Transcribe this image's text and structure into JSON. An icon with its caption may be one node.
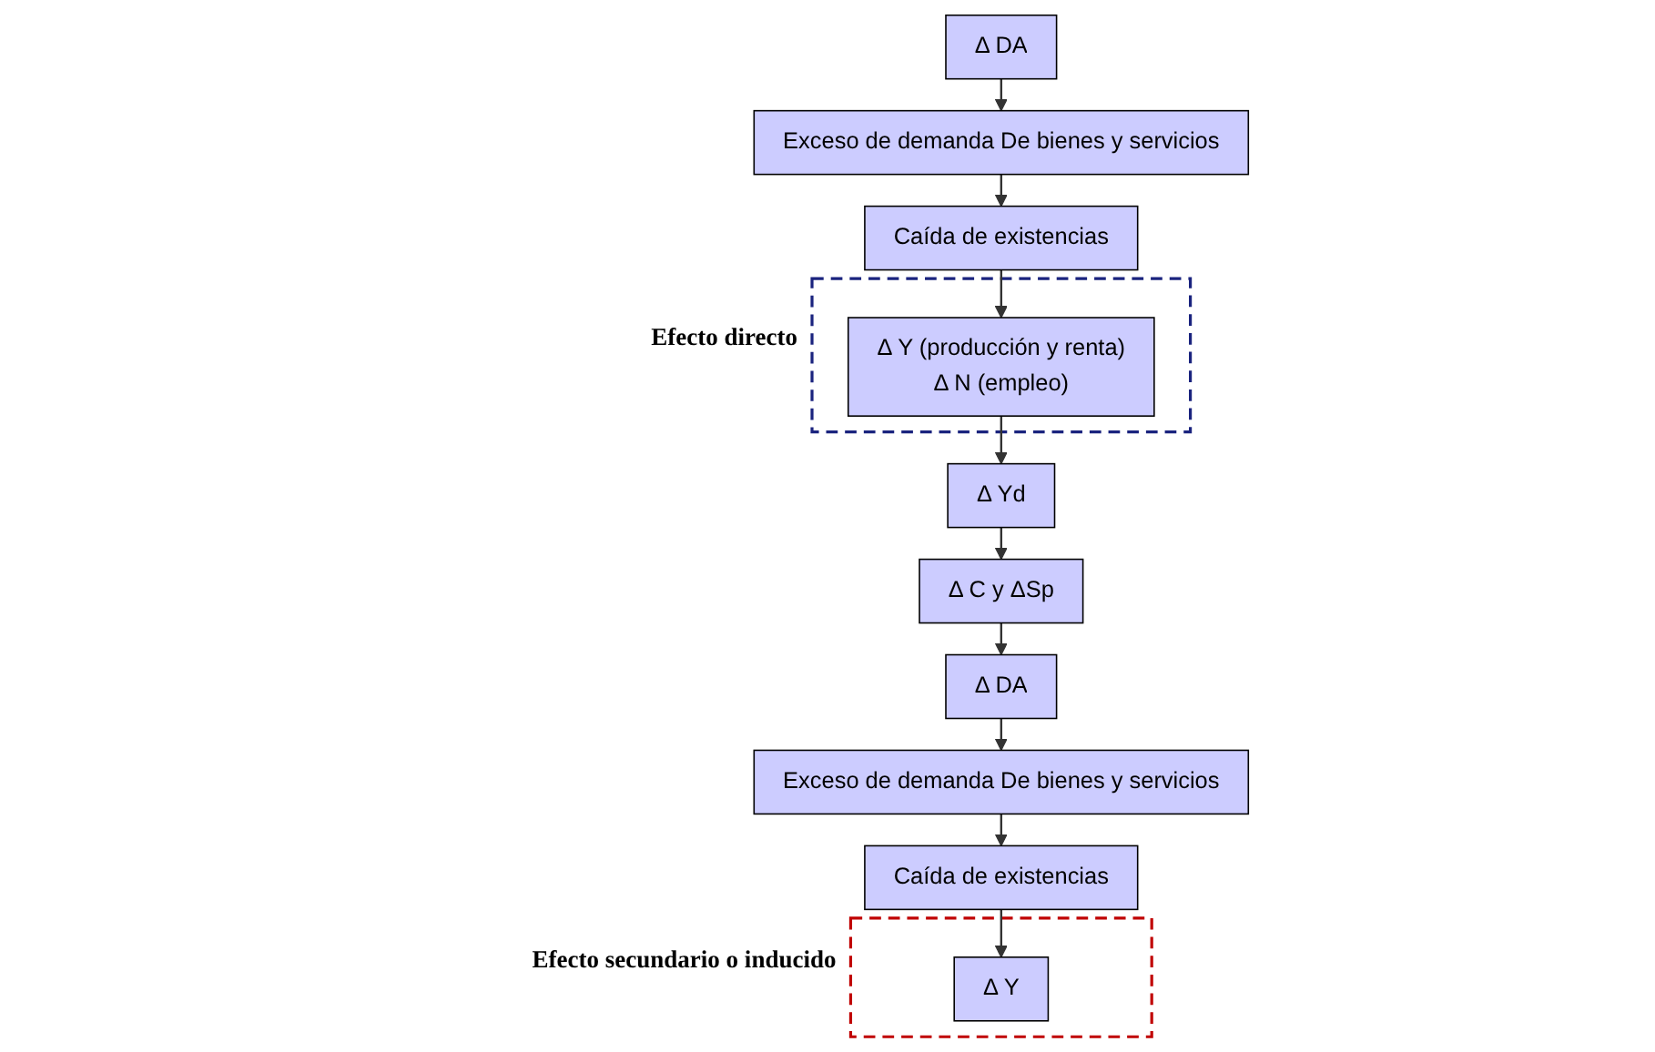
{
  "diagram": {
    "nodes": [
      {
        "text": [
          "Δ DA"
        ]
      },
      {
        "text": [
          "Exceso de demanda De bienes y servicios"
        ]
      },
      {
        "text": [
          "Caída de existencias"
        ]
      },
      {
        "text": [
          "Efecto directo"
        ]
      },
      {
        "text": [
          "Δ Y (producción y renta)",
          "Δ N (empleo)"
        ],
        "in": 3
      },
      {
        "text": [
          "Δ Yd"
        ]
      },
      {
        "text": [
          "Δ C y ΔSp"
        ]
      },
      {
        "text": [
          "Δ DA"
        ]
      },
      {
        "text": [
          "Exceso de demanda De bienes y servicios"
        ]
      },
      {
        "text": [
          "Caída de existencias"
        ]
      },
      {
        "text": [
          "Efecto secundario o inducido"
        ]
      },
      {
        "text": [
          "Δ Y"
        ],
        "in": 10
      }
    ],
    "edges": [
      {
        "from": 0,
        "to": 1,
        "arrow": "to"
      },
      {
        "from": 1,
        "to": 2,
        "arrow": "to"
      },
      {
        "from": 2,
        "to": 4,
        "arrow": "to"
      },
      {
        "from": 4,
        "to": 5,
        "arrow": "to"
      },
      {
        "from": 5,
        "to": 6,
        "arrow": "to"
      },
      {
        "from": 6,
        "to": 7,
        "arrow": "to"
      },
      {
        "from": 7,
        "to": 8,
        "arrow": "to"
      },
      {
        "from": 8,
        "to": 9,
        "arrow": "to"
      },
      {
        "from": 9,
        "to": 11,
        "arrow": "to"
      }
    ]
  }
}
